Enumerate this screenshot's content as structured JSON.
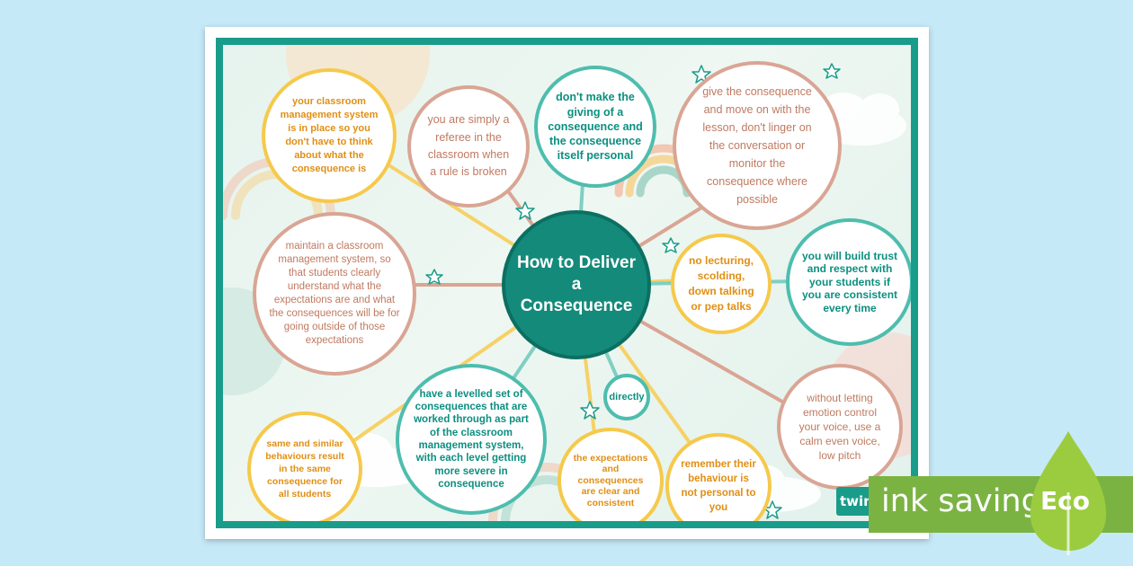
{
  "center_title": "How to Deliver a Consequence",
  "bubbles": {
    "classroom_system": "your classroom management system is in place so you don't have to think about what the consequence is",
    "referee": "you are simply a referee in the classroom when a rule is broken",
    "not_personal": "don't make the giving of a consequence and the consequence itself personal",
    "move_on": "give the consequence and move on with the lesson, don't linger on the conversation or monitor the consequence where possible",
    "maintain_system": "maintain a classroom management system, so that students clearly understand what the expectations are and what the consequences will be for going outside of those expectations",
    "no_lecturing": "no lecturing, scolding, down talking or pep talks",
    "build_trust": "you will build trust and respect with your students if you are consistent every time",
    "levelled_set": "have a levelled set of consequences that are worked through as part of the classroom management system, with each level getting more severe in consequence",
    "directly": "directly",
    "emotion": "without letting emotion control your voice, use a calm even voice, low pitch",
    "same_behaviours": "same and similar behaviours result in the same consequence for all students",
    "clear_expectations": "the expectations and consequences are clear and consistent",
    "remember": "remember their behaviour is not personal to you"
  },
  "brand": {
    "twinkl": "twinkl"
  },
  "eco_badge": {
    "text": "ink saving",
    "label": "Eco"
  },
  "colors": {
    "page_background": "#c6e9f7",
    "frame": "#1a9c8a",
    "center": "#148a7a",
    "teal": "#4ebdae",
    "pink": "#d9a594",
    "yellow": "#f6c94b",
    "eco_green": "#7bb343"
  }
}
